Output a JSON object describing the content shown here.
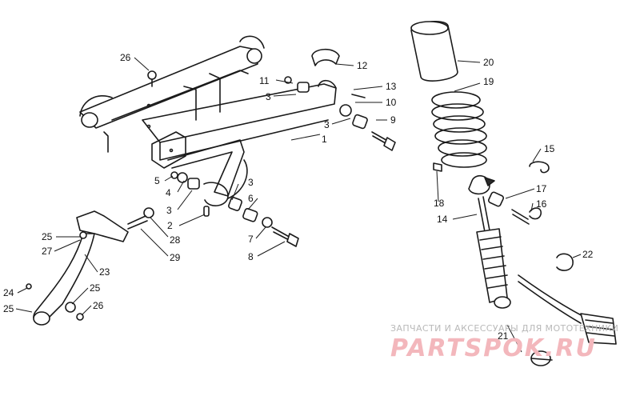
{
  "watermark": {
    "caption": "ЗАПЧАСТИ И АКСЕССУАРЫ ДЛЯ МОТОТЕХНИКИ",
    "logo": "PARTSPOK.RU",
    "logo_color": "#f3b7bc",
    "caption_color": "#b9b9b9"
  },
  "callouts": [
    "1",
    "2",
    "3",
    "3",
    "3",
    "3",
    "4",
    "5",
    "6",
    "7",
    "8",
    "9",
    "10",
    "11",
    "12",
    "13",
    "14",
    "15",
    "16",
    "17",
    "18",
    "19",
    "20",
    "21",
    "22",
    "23",
    "24",
    "25",
    "25",
    "25",
    "26",
    "26",
    "27",
    "28",
    "29"
  ]
}
